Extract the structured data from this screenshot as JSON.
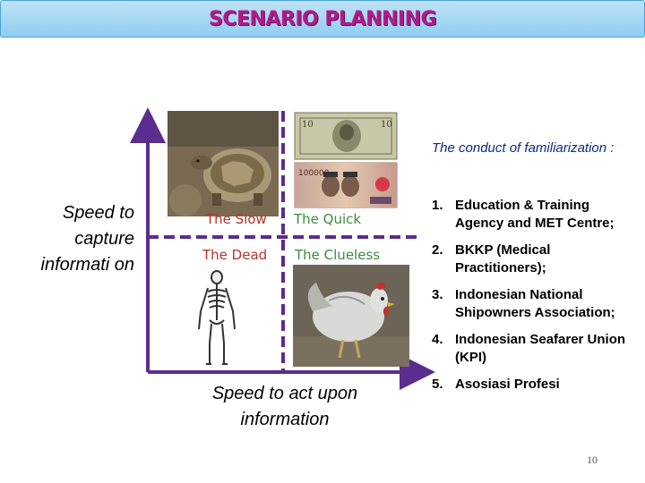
{
  "title": "SCENARIO PLANNING",
  "y_axis_label": "Speed to capture informati on",
  "x_axis_label": "Speed to act upon information",
  "quadrants": {
    "top_left": "The Slow",
    "top_right": "The Quick",
    "bottom_left": "The Dead",
    "bottom_right": "The Clueless"
  },
  "conduct_title": "The conduct of familiarization :",
  "list": [
    {
      "num": "1.",
      "text": "Education & Training Agency and MET Centre;"
    },
    {
      "num": "2.",
      "text": "BKKP (Medical Practitioners);"
    },
    {
      "num": "3.",
      "text": "Indonesian National Shipowners Association;"
    },
    {
      "num": "4.",
      "text": "Indonesian Seafarer Union (KPI)"
    },
    {
      "num": "5.",
      "text": "Asosiasi Profesi"
    }
  ],
  "banknote_values": {
    "us": "10",
    "idr": "100000"
  },
  "page_number": "10",
  "colors": {
    "title": "#b01a8a",
    "axis": "#5b2d8e",
    "quadrant_left": "#b8342b",
    "quadrant_right": "#3f8a3f",
    "conduct": "#0b2a80"
  }
}
